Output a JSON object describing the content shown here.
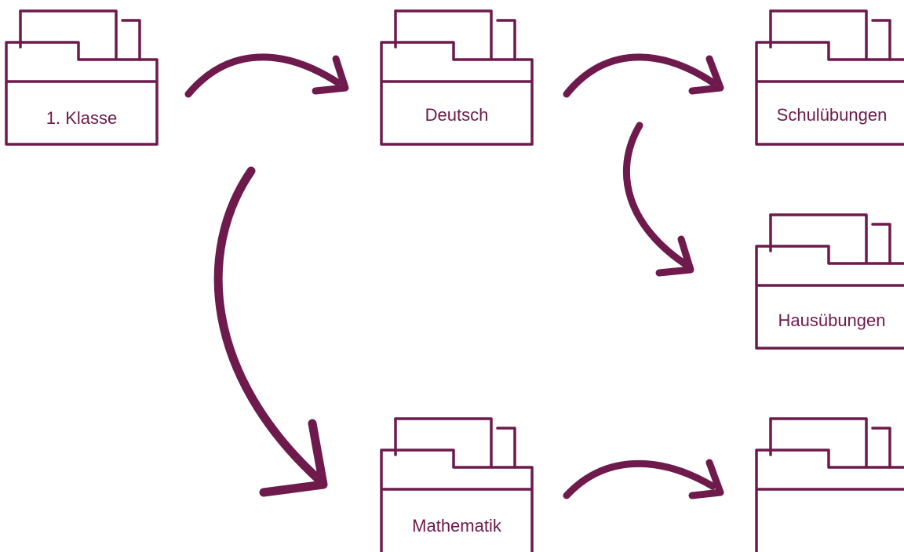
{
  "colors": {
    "ink": "#6e1a4c",
    "background": "#ffffff"
  },
  "folders": [
    {
      "id": "klasse",
      "label": "1. Klasse",
      "icon": "folder-icon"
    },
    {
      "id": "deutsch",
      "label": "Deutsch",
      "icon": "folder-icon"
    },
    {
      "id": "schuluebungen",
      "label": "Schulübungen",
      "icon": "folder-icon"
    },
    {
      "id": "hausuebungen",
      "label": "Hausübungen",
      "icon": "folder-icon"
    },
    {
      "id": "mathematik",
      "label": "Mathematik",
      "icon": "folder-icon"
    },
    {
      "id": "unlabeled",
      "label": "",
      "icon": "folder-icon"
    }
  ],
  "arrows": [
    {
      "from": "klasse",
      "to": "deutsch",
      "icon": "curved-arrow-icon"
    },
    {
      "from": "deutsch",
      "to": "schuluebungen",
      "icon": "curved-arrow-icon"
    },
    {
      "from": "deutsch",
      "to": "hausuebungen",
      "icon": "curved-arrow-icon"
    },
    {
      "from": "klasse",
      "to": "mathematik",
      "icon": "curved-arrow-icon"
    },
    {
      "from": "mathematik",
      "to": "unlabeled",
      "icon": "curved-arrow-icon"
    }
  ]
}
